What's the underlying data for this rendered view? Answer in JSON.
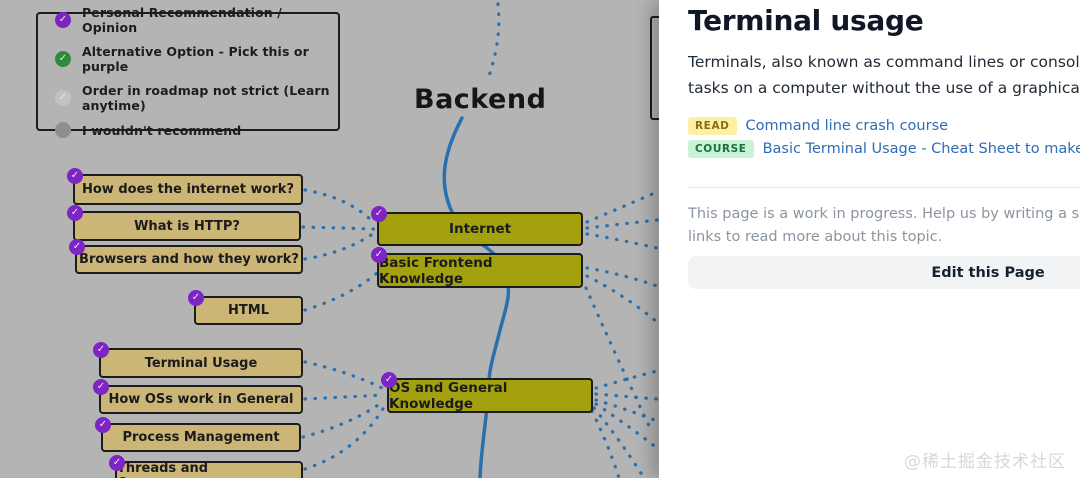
{
  "legend": {
    "items": [
      {
        "icon": "purple-check-icon",
        "label": "Personal Recommendation / Opinion"
      },
      {
        "icon": "green-check-icon",
        "label": "Alternative Option - Pick this or purple"
      },
      {
        "icon": "gray-check-icon",
        "label": "Order in roadmap not strict (Learn anytime)"
      },
      {
        "icon": "gray-circle-icon",
        "label": "I wouldn't recommend"
      }
    ]
  },
  "roadmap": {
    "title": "Backend",
    "nodes": {
      "internet_children": [
        "How does the internet work?",
        "What is HTTP?",
        "Browsers and how they work?",
        "HTML"
      ],
      "os_children": [
        "Terminal Usage",
        "How OSs work in General",
        "Process Management",
        "Threads and Concurrency"
      ],
      "main": [
        "Internet",
        "Basic Frontend Knowledge",
        "OS and General Knowledge"
      ]
    }
  },
  "panel": {
    "title": "Terminal usage",
    "description_lines": [
      "Terminals, also known as command lines or consoles, allow",
      "tasks on a computer without the use of a graphical user int"
    ],
    "resources": [
      {
        "badge": "READ",
        "label": "Command line crash course"
      },
      {
        "badge": "COURSE",
        "label": "Basic Terminal Usage - Cheat Sheet to make the comm"
      }
    ],
    "note_lines": [
      "This page is a work in progress. Help us by writing a small introd",
      "links to read more about this topic."
    ],
    "edit_button_label": "Edit this Page"
  },
  "watermark": "@稀土掘金技术社区",
  "colors": {
    "background": "#b4b4b4",
    "node_tan": "#cbb577",
    "node_olive": "#a4a10e",
    "connector_blue": "#2a70ae",
    "check_purple": "#7c24c4",
    "check_green": "#2e8b3d",
    "link_blue": "#2e6cb5",
    "read_badge_bg": "#fbf0a3",
    "read_badge_text": "#8f6c14",
    "course_badge_bg": "#c9f2d6",
    "course_badge_text": "#17733c",
    "panel_bg": "#ffffff"
  }
}
